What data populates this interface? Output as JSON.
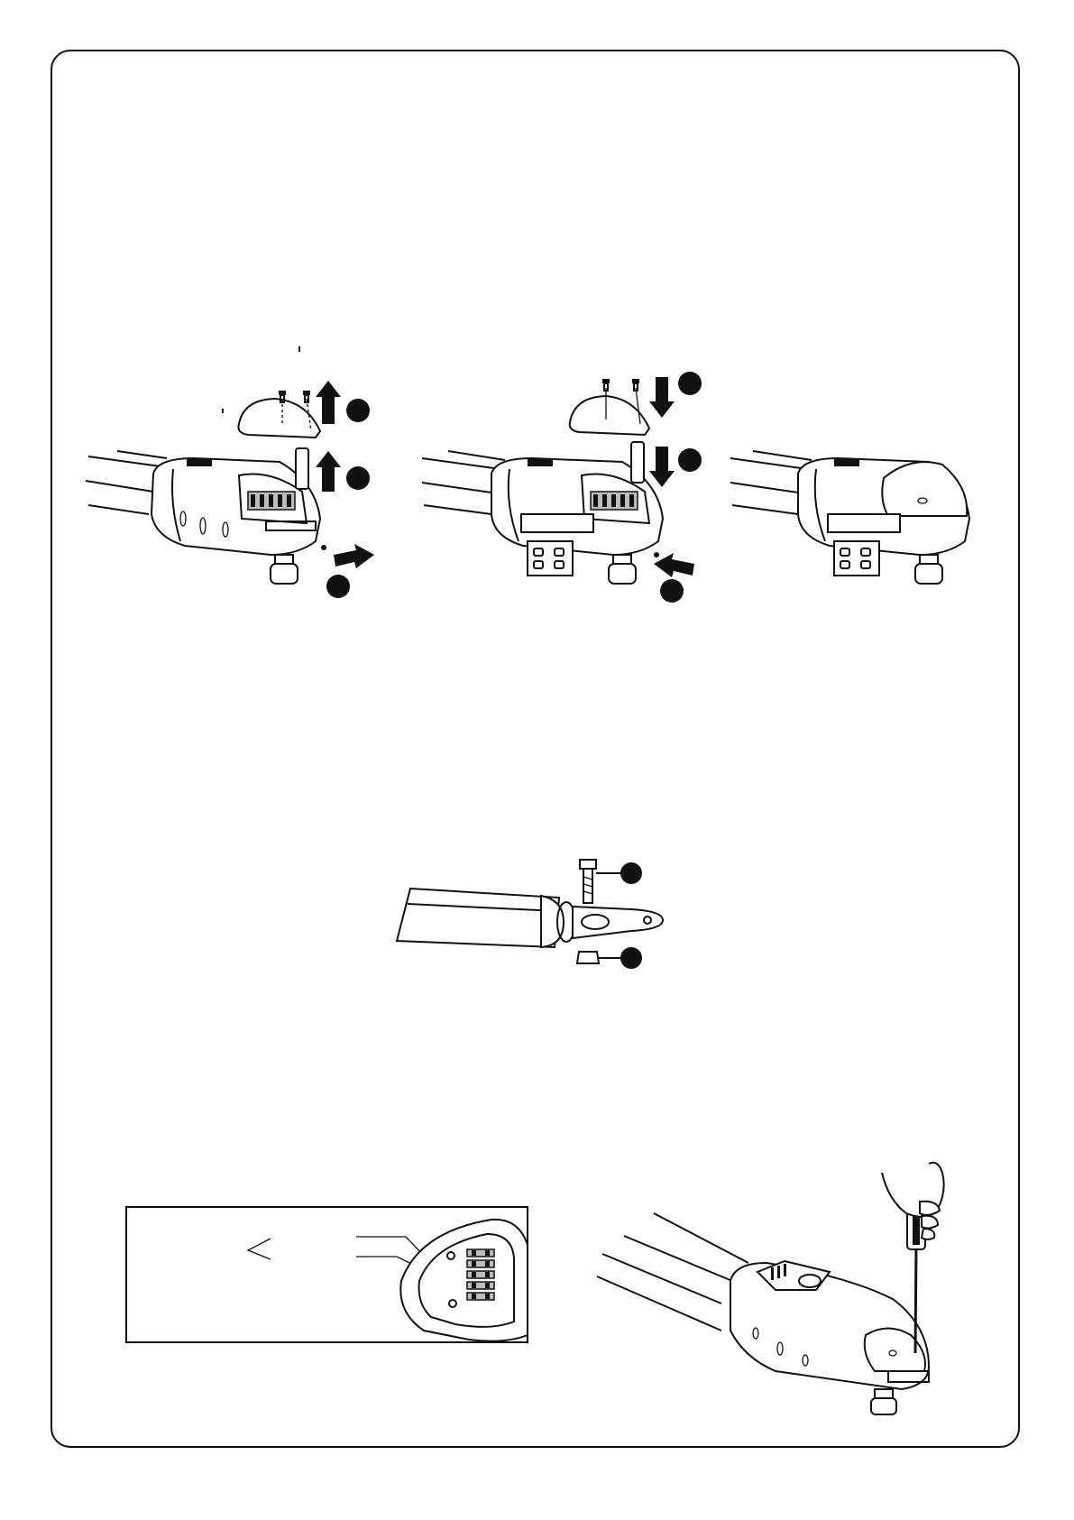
{
  "page": {
    "title": ""
  },
  "figures": [
    {
      "id": "step-remove-cover",
      "icon": "actuator-cover-removal-icon"
    },
    {
      "id": "step-install-cover",
      "icon": "actuator-cover-install-icon"
    },
    {
      "id": "step-cover-closed",
      "icon": "actuator-closed-icon"
    },
    {
      "id": "rear-mount-bracket",
      "icon": "rear-bracket-bolt-icon"
    },
    {
      "id": "terminal-block-detail",
      "icon": "terminal-block-icon"
    },
    {
      "id": "adjust-screwdriver",
      "icon": "screwdriver-adjust-icon"
    }
  ],
  "colors": {
    "line": "#111111",
    "background": "#ffffff",
    "badge": "#111111"
  }
}
